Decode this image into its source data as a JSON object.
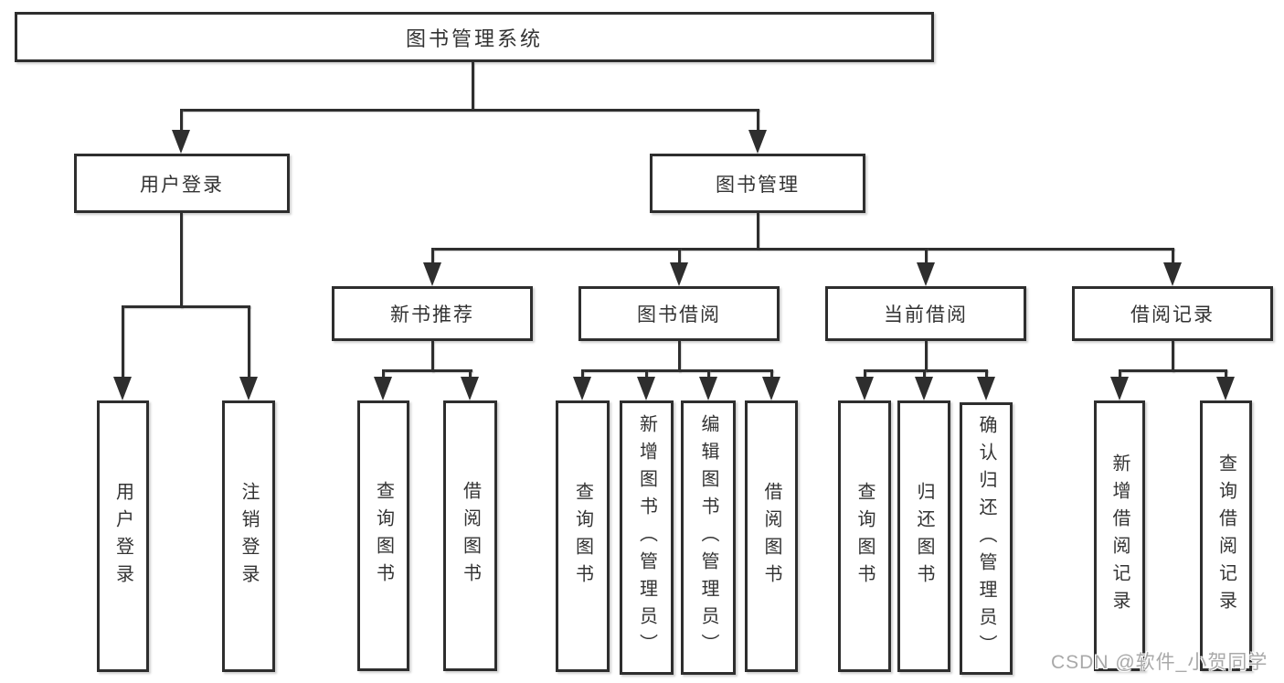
{
  "root": {
    "label": "图书管理系统"
  },
  "level2": {
    "user_login": {
      "label": "用户登录"
    },
    "book_management": {
      "label": "图书管理"
    }
  },
  "level3": {
    "new_book": {
      "label": "新书推荐"
    },
    "borrow": {
      "label": "图书借阅"
    },
    "current": {
      "label": "当前借阅"
    },
    "records": {
      "label": "借阅记录"
    }
  },
  "leaves": {
    "user_login": [
      "用户登录",
      "注销登录"
    ],
    "new_book": [
      "查询图书",
      "借阅图书"
    ],
    "borrow": [
      "查询图书",
      "新增图书（管理员）",
      "编辑图书（管理员）",
      "借阅图书"
    ],
    "current": [
      "查询图书",
      "归还图书",
      "确认归还（管理员）"
    ],
    "records": [
      "新增借阅记录",
      "查询借阅记录"
    ]
  },
  "watermark": {
    "text": "CSDN @软件_小贺同学"
  },
  "colors": {
    "line": "#2e2e2e",
    "text": "#333333",
    "background": "#ffffff",
    "watermark": "#a9a9a9"
  }
}
